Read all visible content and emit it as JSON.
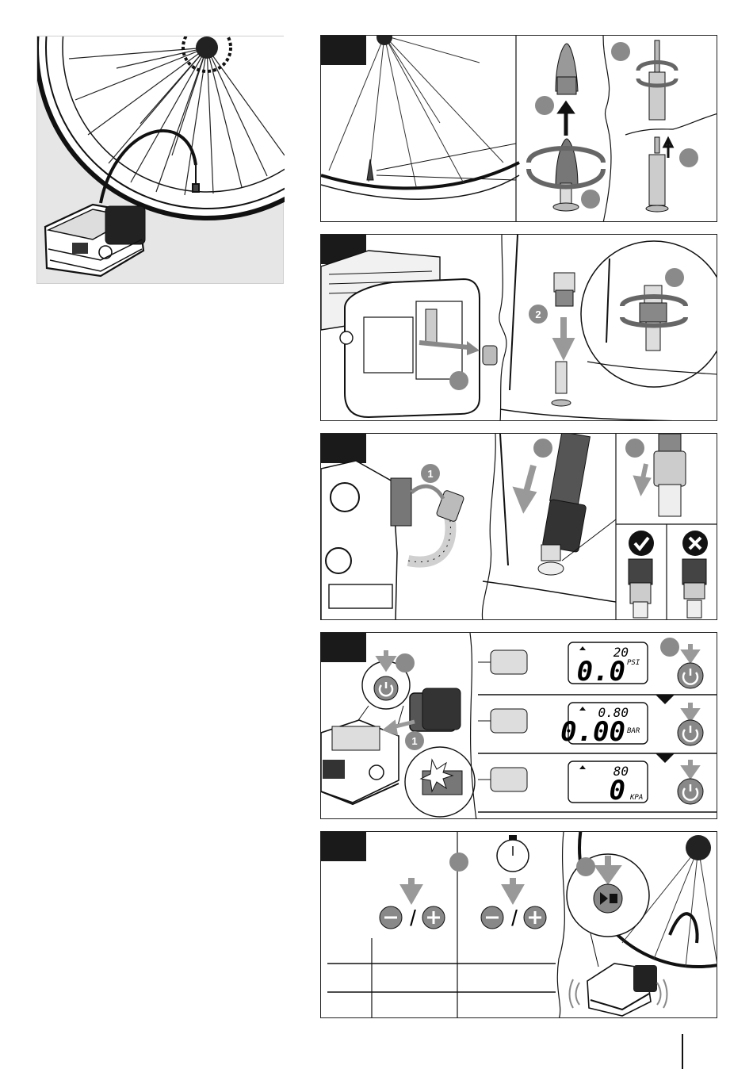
{
  "steps": {
    "step1": {
      "markers": [
        "",
        "",
        "",
        ""
      ]
    },
    "step2": {
      "markers": [
        "2",
        "",
        ""
      ]
    },
    "step3": {
      "markers": [
        "1",
        "",
        ""
      ]
    },
    "step4": {
      "markers": [
        "1",
        "",
        ""
      ],
      "readings": [
        {
          "small": "20",
          "big": "0.0",
          "unit": "PSI"
        },
        {
          "small": "0.80",
          "big": "0.00",
          "unit": "BAR"
        },
        {
          "small": "80",
          "big": "0",
          "unit": "KPA"
        }
      ]
    },
    "step5": {
      "markers": [
        "",
        ""
      ],
      "separator": "/"
    }
  },
  "colors": {
    "ink": "#1a1a1a",
    "marker": "#8a8a8a",
    "tab": "#1a1a1a",
    "hose": "#d0d0d0",
    "panel_bg": "#e6e6e6"
  },
  "icons": [
    "bicycle-wheel",
    "air-compressor",
    "presta-valve",
    "schrader-valve",
    "valve-adapter",
    "hose-connector",
    "check-icon",
    "cross-icon",
    "power-settings-icon",
    "minus-icon",
    "plus-icon",
    "timer-icon",
    "play-stop-icon",
    "battery-pack"
  ]
}
